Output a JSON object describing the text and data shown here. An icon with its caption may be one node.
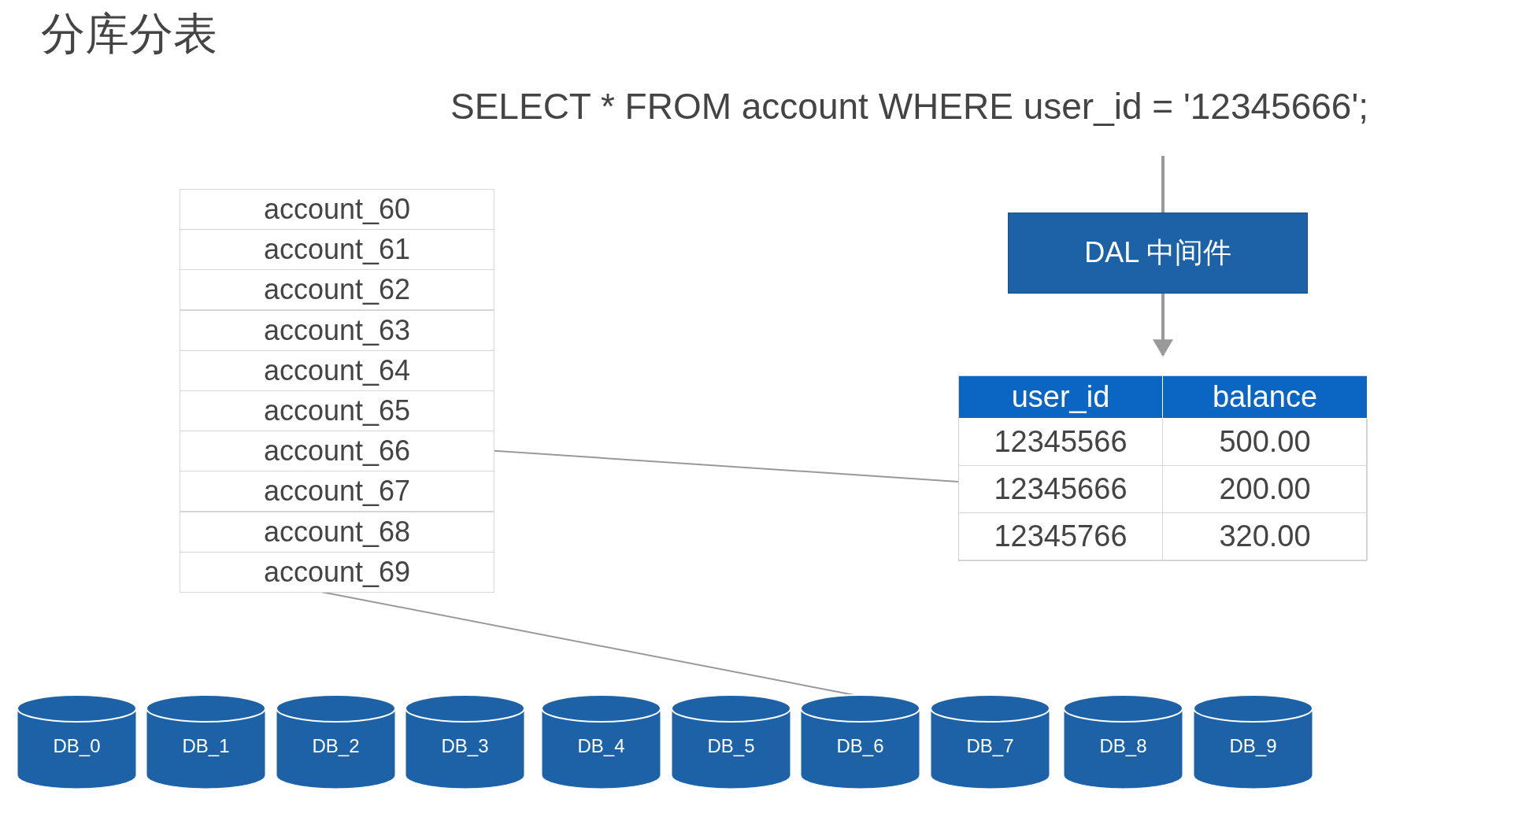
{
  "diagram": {
    "title": "分库分表",
    "nodes": [
      {
        "text": [
          "SELECT * FROM account WHERE user_id = '12345666';"
        ]
      },
      {
        "text": [
          "DAL 中间件"
        ]
      },
      {
        "text": [
          "user_id",
          "balance",
          "12345566",
          "500.00",
          "12345666",
          "200.00",
          "12345766",
          "320.00"
        ]
      },
      {
        "text": [
          "account_60"
        ]
      },
      {
        "text": [
          "account_61"
        ]
      },
      {
        "text": [
          "account_62"
        ]
      },
      {
        "text": [
          "account_63"
        ]
      },
      {
        "text": [
          "account_64"
        ]
      },
      {
        "text": [
          "account_65"
        ]
      },
      {
        "text": [
          "account_66"
        ]
      },
      {
        "text": [
          "account_67"
        ]
      },
      {
        "text": [
          "account_68"
        ]
      },
      {
        "text": [
          "account_69"
        ]
      },
      {
        "text": [
          "DB_0"
        ]
      },
      {
        "text": [
          "DB_1"
        ]
      },
      {
        "text": [
          "DB_2"
        ]
      },
      {
        "text": [
          "DB_3"
        ]
      },
      {
        "text": [
          "DB_4"
        ]
      },
      {
        "text": [
          "DB_5"
        ]
      },
      {
        "text": [
          "DB_6"
        ]
      },
      {
        "text": [
          "DB_7"
        ]
      },
      {
        "text": [
          "DB_8"
        ]
      },
      {
        "text": [
          "DB_9"
        ]
      }
    ],
    "edges": [
      {
        "from": 0,
        "to": 1,
        "arrow": "none"
      },
      {
        "from": 1,
        "to": 2,
        "arrow": "to"
      },
      {
        "from": 9,
        "to": 2,
        "arrow": "none"
      },
      {
        "from": 12,
        "to": 19,
        "arrow": "none"
      }
    ]
  }
}
